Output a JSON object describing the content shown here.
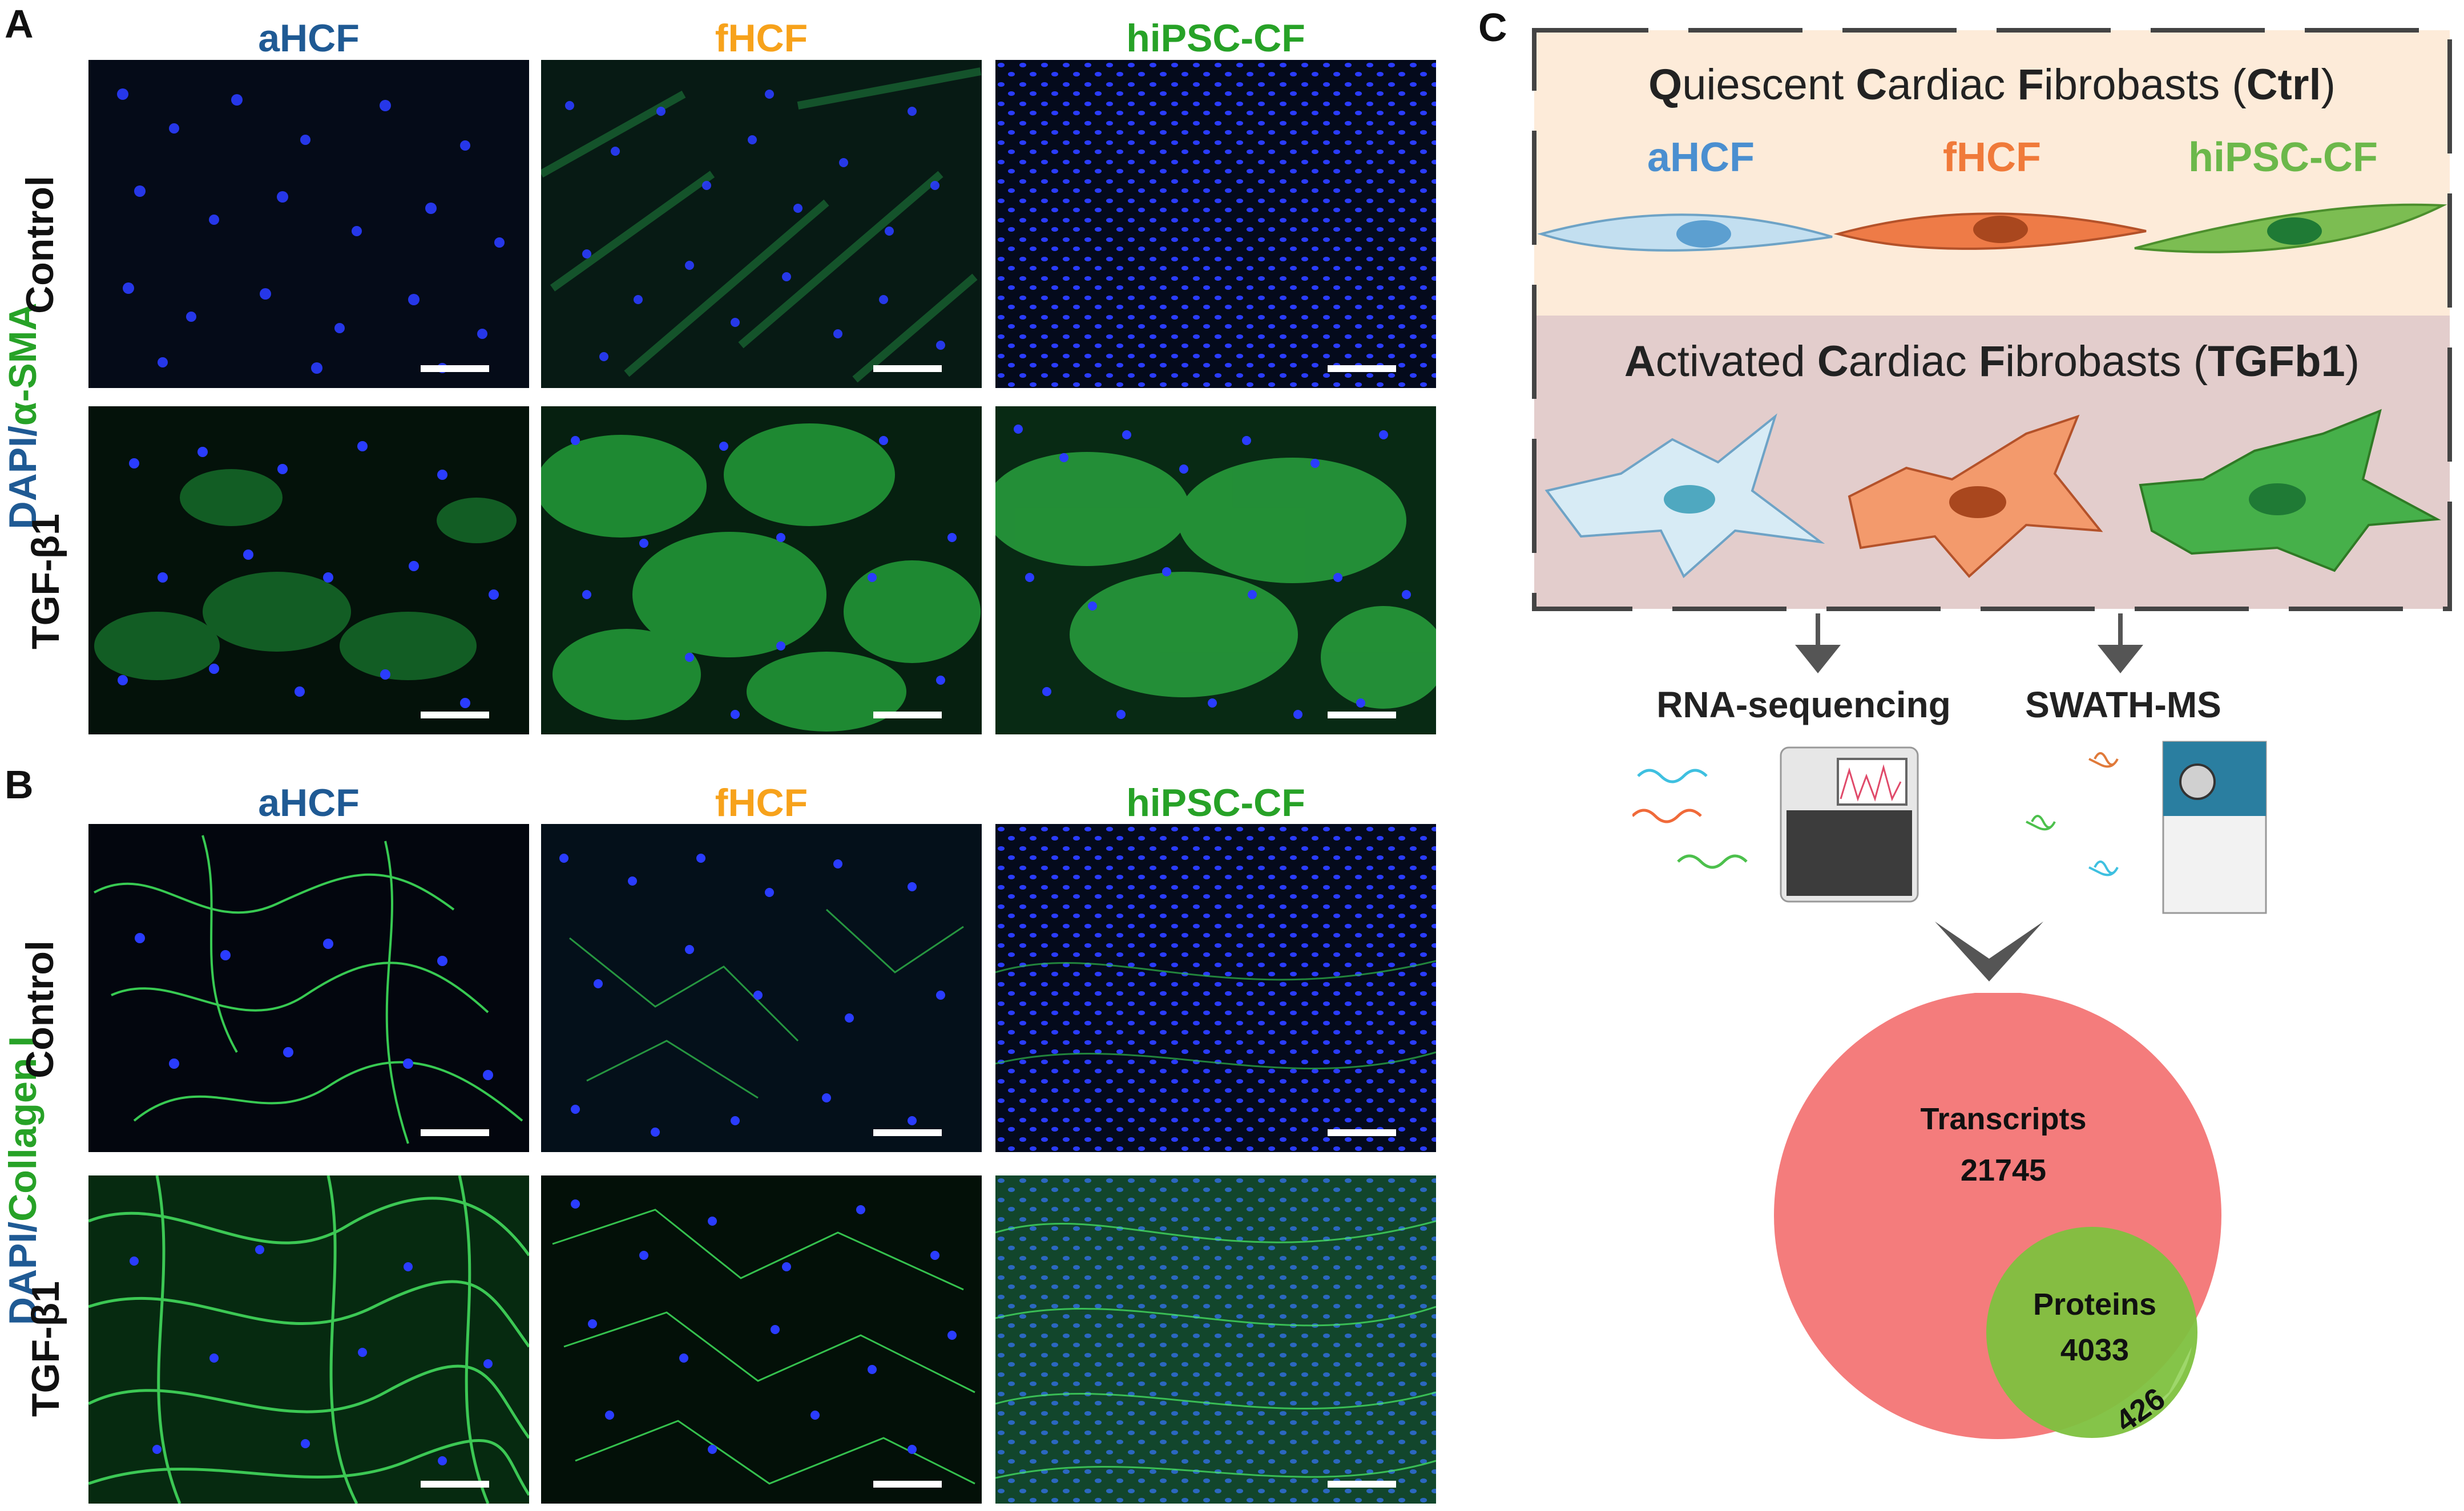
{
  "panels": {
    "A": {
      "letter": "A",
      "columns": [
        "aHCF",
        "fHCF",
        "hiPSC-CF"
      ],
      "rows": [
        "Control",
        "TGF-β1"
      ],
      "stain_prefix": "DAPI/",
      "stain_marker": "α-SMA"
    },
    "B": {
      "letter": "B",
      "columns": [
        "aHCF",
        "fHCF",
        "hiPSC-CF"
      ],
      "rows": [
        "Control",
        "TGF-β1"
      ],
      "stain_prefix": "DAPI/",
      "stain_marker": "Collagen I"
    },
    "C": {
      "letter": "C",
      "quiescent": {
        "title_parts": [
          "Q",
          "uiescent ",
          "C",
          "ardiac ",
          "F",
          "ibrobasts (",
          "Ctrl",
          ")"
        ],
        "cells": [
          "aHCF",
          "fHCF",
          "hiPSC-CF"
        ]
      },
      "activated": {
        "title_parts": [
          "A",
          "ctivated ",
          "C",
          "ardiac ",
          "F",
          "ibrobasts (",
          "TGFb1",
          ")"
        ]
      },
      "methods": [
        "RNA-sequencing",
        "SWATH-MS"
      ],
      "venn": {
        "transcripts_label": "Transcripts",
        "transcripts_value": "21745",
        "proteins_label": "Proteins",
        "proteins_value": "4033",
        "protein_only_value": "426"
      }
    }
  },
  "colors": {
    "ahcf": "#1f5a94",
    "fhcf": "#f7a21b",
    "hipsc": "#27a227",
    "quiescent_bg": "#fdebd9",
    "activated_bg": "#e3cdcc",
    "transcripts_circle": "#f47c7c",
    "proteins_circle": "#7ec13f"
  }
}
